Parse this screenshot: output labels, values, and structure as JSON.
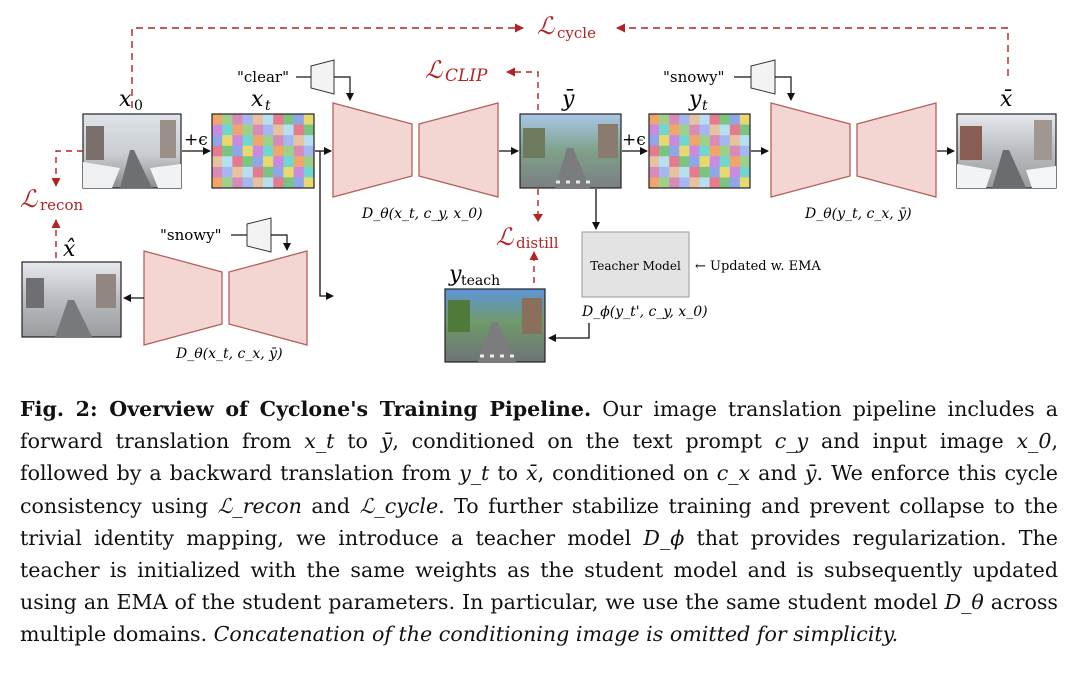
{
  "figure": {
    "labels": {
      "x0": "x",
      "x0_sub": "0",
      "xt": "x",
      "xt_sub": "t",
      "ybar": "ȳ",
      "yt": "y",
      "yt_sub": "t",
      "xbar": "x̄",
      "xhat": "x̂",
      "yteach": "y",
      "yteach_sub": "teach",
      "plus_eps_1": "+ϵ",
      "plus_eps_2": "+ϵ"
    },
    "prompts": {
      "clear": "\"clear\"",
      "snowy_top": "\"snowy\"",
      "snowy_bottom": "\"snowy\""
    },
    "losses": {
      "cycle_L": "ℒ",
      "cycle_sub": "cycle",
      "clip_L": "ℒ",
      "clip_sub": "CLIP",
      "recon_L": "ℒ",
      "recon_sub": "recon",
      "distill_L": "ℒ",
      "distill_sub": "distill"
    },
    "decoder_labels": {
      "forward": "D_θ(x_t, c_y, x_0)",
      "backward": "D_θ(y_t, c_x, ȳ)",
      "recon": "D_θ(x_t, c_x, ȳ)",
      "teacher": "D_ϕ(y_t', c_y, x_0)"
    },
    "teacher_box": "Teacher Model",
    "ema_note": "← Updated w. EMA",
    "colors": {
      "unet_fill": "#f3d6d2",
      "unet_stroke": "#b5605a",
      "loss_red": "#b42323",
      "teacher_fill": "#e3e3e3"
    }
  },
  "caption": {
    "fig_label": "Fig. 2: Overview of Cyclone's Training Pipeline.",
    "t1": " Our image translation pipeline includes a forward translation from ",
    "m1": "x_t",
    "t2": " to ",
    "m2": "ȳ",
    "t3": ", conditioned on the text prompt ",
    "m3": "c_y",
    "t4": " and input image ",
    "m4": "x_0",
    "t5": ", followed by a backward translation from ",
    "m5": "y_t",
    "t6": " to ",
    "m6": "x̄",
    "t7": ", conditioned on ",
    "m7": "c_x",
    "t8": " and ",
    "m8": "ȳ",
    "t9": ". We enforce this cycle consistency using ",
    "m9": "ℒ_recon",
    "t10": " and ",
    "m10": "ℒ_cycle",
    "t11": ". To further stabilize training and prevent collapse to the trivial identity mapping, we introduce a teacher model ",
    "m11": "D_ϕ",
    "t12": " that provides regularization. The teacher is initialized with the same weights as the student model and is subsequently updated using an EMA of the student parameters. In particular, we use the same student model ",
    "m12": "D_θ",
    "t13": " across multiple domains. ",
    "italic_end": "Concatenation of the conditioning image is omitted for simplicity."
  }
}
